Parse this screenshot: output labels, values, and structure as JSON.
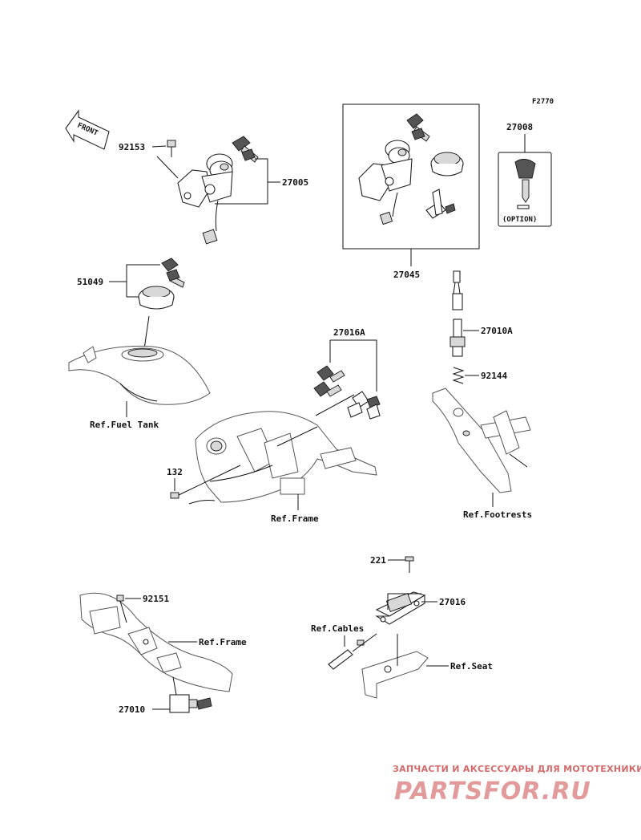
{
  "figure_code": "F2770",
  "front_label": "FRONT",
  "option_label": "(OPTION)",
  "parts": {
    "p92153": "92153",
    "p27005": "27005",
    "p27008": "27008",
    "p27045": "27045",
    "p51049": "51049",
    "p27016A": "27016A",
    "p27010A": "27010A",
    "p92144": "92144",
    "p132": "132",
    "p221": "221",
    "p27016": "27016",
    "p92151": "92151",
    "p27010": "27010"
  },
  "refs": {
    "fuel_tank": "Ref.Fuel Tank",
    "frame_top": "Ref.Frame",
    "footrests": "Ref.Footrests",
    "cables": "Ref.Cables",
    "seat": "Ref.Seat",
    "frame_bottom": "Ref.Frame"
  },
  "watermark": {
    "top": "ЗАПЧАСТИ И АКСЕССУАРЫ ДЛЯ МОТОТЕХНИКИ",
    "main": "PARTSFOR.RU"
  }
}
